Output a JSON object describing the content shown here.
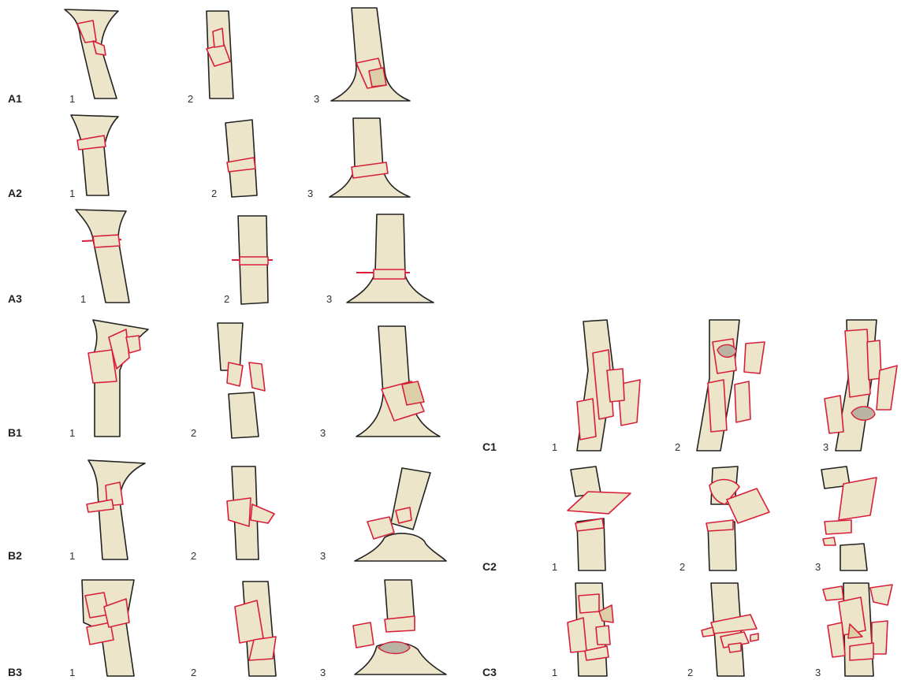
{
  "rows": [
    {
      "code": "A1",
      "nums": [
        "1",
        "2",
        "3"
      ]
    },
    {
      "code": "A2",
      "nums": [
        "1",
        "2",
        "3"
      ]
    },
    {
      "code": "A3",
      "nums": [
        "1",
        "2",
        "3"
      ]
    },
    {
      "code": "B1",
      "nums": [
        "1",
        "2",
        "3"
      ]
    },
    {
      "code": "B2",
      "nums": [
        "1",
        "2",
        "3"
      ]
    },
    {
      "code": "B3",
      "nums": [
        "1",
        "2",
        "3"
      ]
    },
    {
      "code": "C1",
      "nums": [
        "1",
        "2",
        "3"
      ]
    },
    {
      "code": "C2",
      "nums": [
        "1",
        "2",
        "3"
      ]
    },
    {
      "code": "C3",
      "nums": [
        "1",
        "2",
        "3"
      ]
    }
  ],
  "colors": {
    "bone": "#ece5c9",
    "fracture": "#d81f3a",
    "outline": "#222222"
  }
}
